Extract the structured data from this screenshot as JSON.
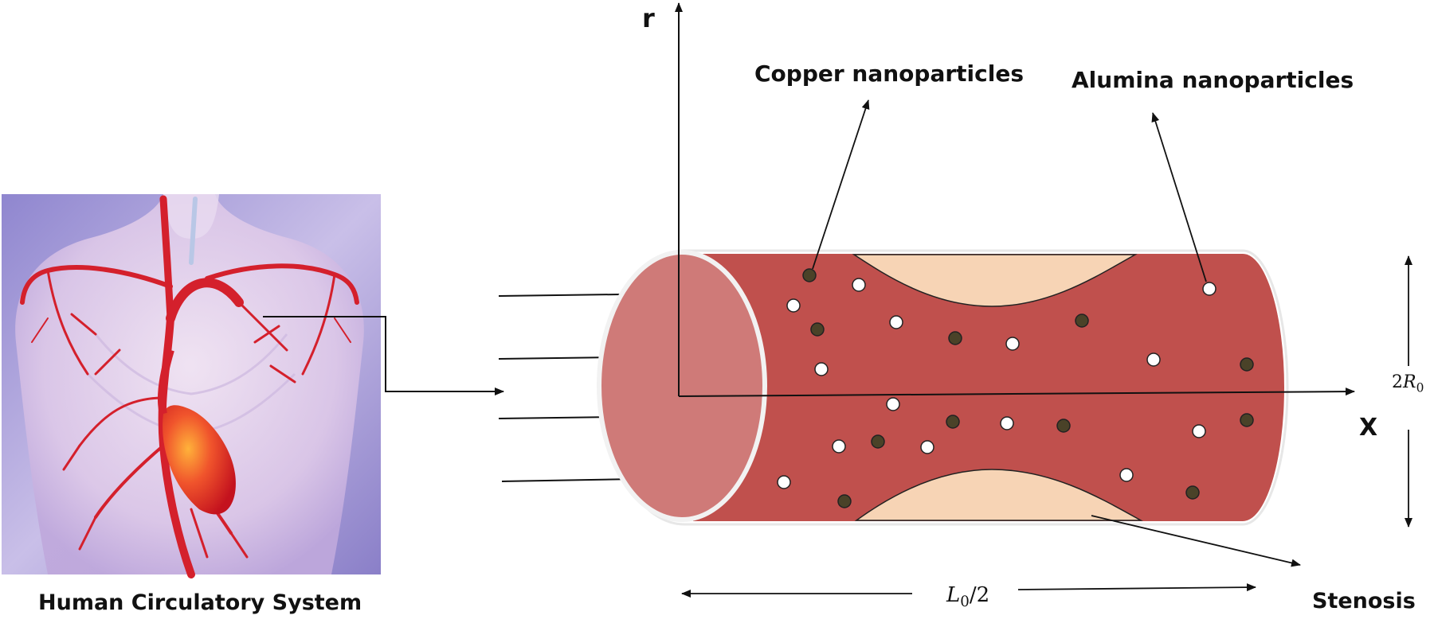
{
  "labels": {
    "human_system": "Human Circulatory System",
    "copper": "Copper nanoparticles",
    "alumina": "Alumina nanoparticles",
    "stenosis": "Stenosis",
    "r_axis": "r",
    "x_axis": "X"
  },
  "math_labels": {
    "diameter": {
      "coef": "2",
      "symbol": "R",
      "subscript": "0"
    },
    "length": {
      "symbol": "L",
      "subscript": "0",
      "suffix": "/2"
    }
  },
  "colors": {
    "vessel_wall": "#c0504d",
    "vessel_face": "#cf7a78",
    "stenosis": "#f7d4b5",
    "copper_particle": "#4a4228",
    "alumina_particle": "#ffffff",
    "body_bg": "#a79bd6",
    "artery": "#d4202c",
    "heart": "#e8313a"
  },
  "illustration": {
    "subject": "human torso with arterial tree and heart"
  }
}
